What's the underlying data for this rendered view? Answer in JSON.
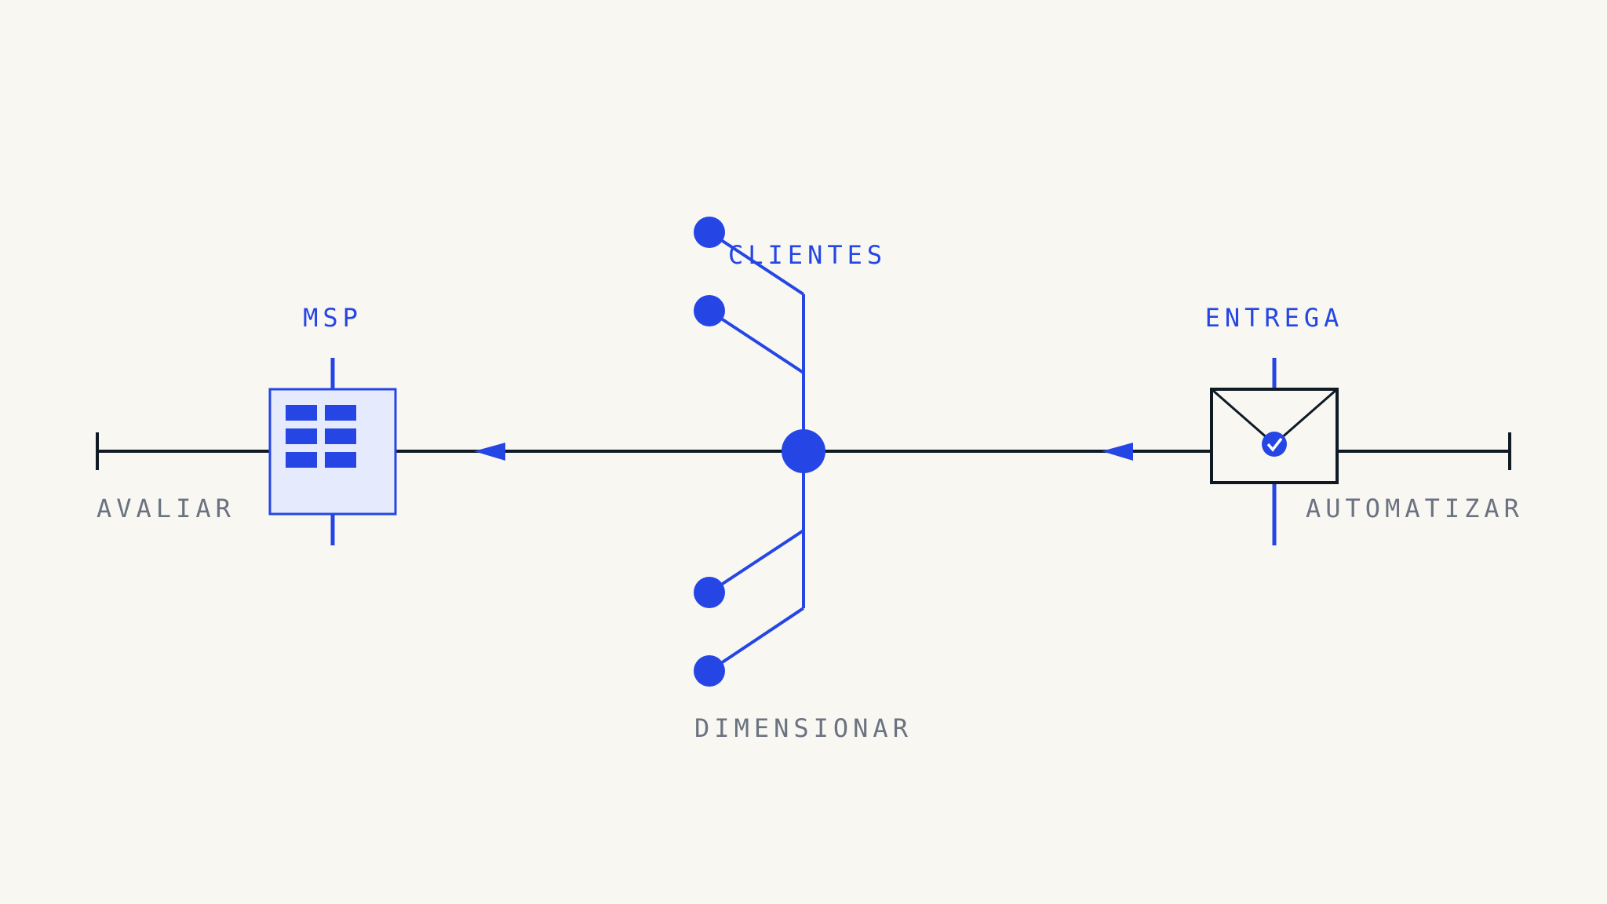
{
  "nodes": {
    "msp": {
      "label": "MSP"
    },
    "clientes": {
      "label": "CLIENTES"
    },
    "entrega": {
      "label": "ENTREGA"
    }
  },
  "stages": {
    "left": "AVALIAR",
    "center": "DIMENSIONAR",
    "right": "AUTOMATIZAR"
  },
  "colors": {
    "accent": "#2546e4",
    "line": "#0f1a24",
    "muted": "#6b7280",
    "background": "#f8f7f2",
    "box_fill": "#e5eafc"
  },
  "icons": [
    "grid-icon",
    "envelope-check-icon",
    "hub-node-icon"
  ]
}
